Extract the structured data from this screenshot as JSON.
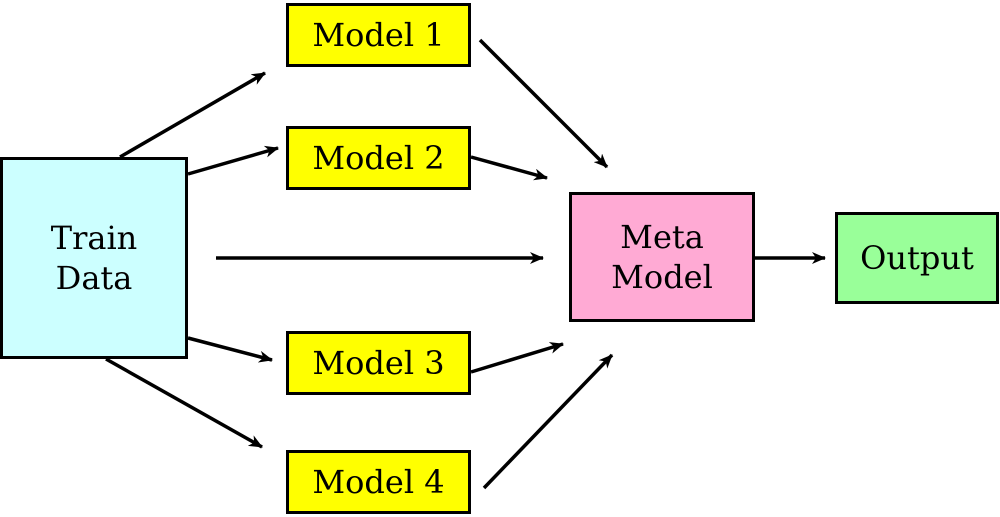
{
  "nodes": {
    "train": {
      "label": "Train\nData",
      "color": "#ccffff"
    },
    "model1": {
      "label": "Model 1",
      "color": "#ffff00"
    },
    "model2": {
      "label": "Model 2",
      "color": "#ffff00"
    },
    "model3": {
      "label": "Model 3",
      "color": "#ffff00"
    },
    "model4": {
      "label": "Model 4",
      "color": "#ffff00"
    },
    "meta": {
      "label": "Meta\nModel",
      "color": "#ffaad4"
    },
    "output": {
      "label": "Output",
      "color": "#99ff99"
    }
  },
  "edges": [
    {
      "from": "train",
      "to": "model1"
    },
    {
      "from": "train",
      "to": "model2"
    },
    {
      "from": "train",
      "to": "meta"
    },
    {
      "from": "train",
      "to": "model3"
    },
    {
      "from": "train",
      "to": "model4"
    },
    {
      "from": "model1",
      "to": "meta"
    },
    {
      "from": "model2",
      "to": "meta"
    },
    {
      "from": "model3",
      "to": "meta"
    },
    {
      "from": "model4",
      "to": "meta"
    },
    {
      "from": "meta",
      "to": "output"
    }
  ]
}
